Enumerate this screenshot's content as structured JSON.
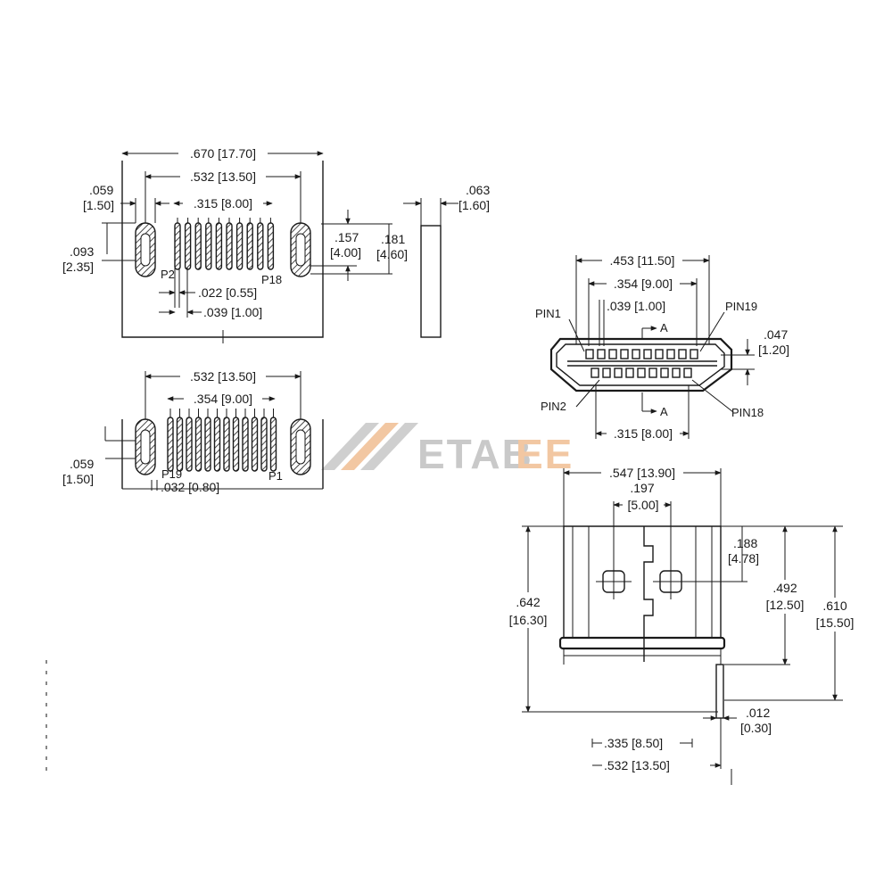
{
  "top_view": {
    "overall_width": ".670 [17.70]",
    "post_spacing": ".532 [13.50]",
    "pin_span": ".315 [8.00]",
    "post_width_in": ".059",
    "post_width_mm": "[1.50]",
    "post_height_in": ".093",
    "post_height_mm": "[2.35]",
    "pin_pitch": ".022 [0.55]",
    "pin_offset": ".039 [1.00]",
    "label_p2": "P2",
    "label_p18": "P18",
    "dim_157_in": ".157",
    "dim_157_mm": "[4.00]",
    "dim_181_in": ".181",
    "dim_181_mm": "[4.60]"
  },
  "side_view": {
    "thickness_in": ".063",
    "thickness_mm": "[1.60]"
  },
  "bottom_view": {
    "post_spacing": ".532 [13.50]",
    "pin_span": ".354 [9.00]",
    "post_width_in": ".059",
    "post_width_mm": "[1.50]",
    "pin_pitch": ".032 [0.80]",
    "label_p19": "P19",
    "label_p1": "P1"
  },
  "front_view": {
    "width": ".453 [11.50]",
    "pin_span_top": ".354 [9.00]",
    "pin_pitch": ".039 [1.00]",
    "pin_span_bottom": ".315 [8.00]",
    "pin1": "PIN1",
    "pin2": "PIN2",
    "pin18": "PIN18",
    "pin19": "PIN19",
    "section_a": "A",
    "height_in": ".047",
    "height_mm": "[1.20]"
  },
  "shell_view": {
    "width": ".547 [13.90]",
    "hole_spacing_in": ".197",
    "hole_spacing_mm": "[5.00]",
    "hole_offset_in": ".188",
    "hole_offset_mm": "[4.78]",
    "total_height_in": ".642",
    "total_height_mm": "[16.30]",
    "body_height_in": ".492",
    "body_height_mm": "[12.50]",
    "height_610_in": ".610",
    "height_610_mm": "[15.50]",
    "tab_thickness_in": ".012",
    "tab_thickness_mm": "[0.30]",
    "tab_spacing": ".335 [8.50]",
    "post_spacing": ".532 [13.50]"
  },
  "watermark": {
    "text_gray": "ETAB",
    "text_orange": "EE"
  }
}
